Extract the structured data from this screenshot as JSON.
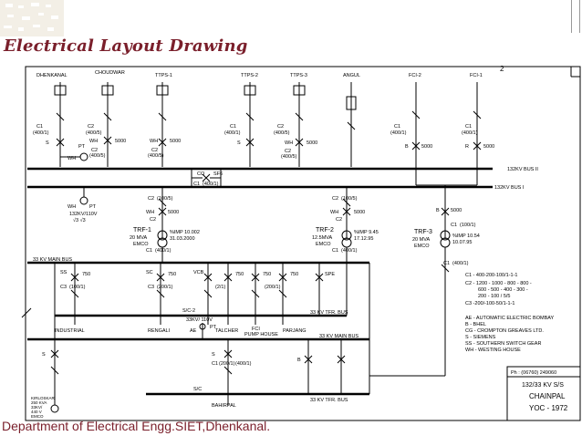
{
  "title": "Electrical Layout Drawing",
  "footer": "Department of Electrical Engg.SIET,Dhenkanal.",
  "drawing": {
    "sheet_no": "2",
    "feeders": [
      "DHENKANAL",
      "CHOUDWAR",
      "TTPS-1",
      "TTPS-2",
      "TTPS-3",
      "ANGUL",
      "FCI-2",
      "FCI-1"
    ],
    "feeder_labels": {
      "c1_dk": "C1",
      "c1_dk_r": "(400/1)",
      "s_dk": "S",
      "c2_ch": "C2",
      "c2_ch_r": "(400/5)",
      "wh_ch": "WH",
      "v5000_ch": "5000",
      "c2_ch2": "C2",
      "c2_ch2_r": "(400/5)",
      "pt": "PT",
      "wh_pt": "WH",
      "wh_t1": "WH",
      "v5000_t1": "5000",
      "c2_t1": "C2",
      "c2_t1_r": "(400/5)",
      "c1_t2": "C1",
      "c1_t2_r": "(400/1)",
      "s_t2": "S",
      "c2_t3": "C2",
      "c2_t3_r": "(400/5)",
      "wh_t3": "WH",
      "v5000_t3": "5000",
      "c2_t3b": "C2",
      "c2_t3b_r": "(400/5)",
      "c1_f2": "C1",
      "c1_f2_r": "(400/1)",
      "b_f2": "B",
      "v5000_f2": "5000",
      "c1_f1": "C1",
      "c1_f1_r": "(400/1)",
      "r_f1": "R",
      "v5000_f1": "5000"
    },
    "buses": {
      "bus_ii": "132KV BUS II",
      "bus_i": "132KV BUS I",
      "main33": "33 KV MAIN BUS",
      "trf33": "33 KV TFR. BUS",
      "main33b": "33 KV MAIN BUS",
      "trf33b": "33 KV TFR. BUS"
    },
    "coupler": {
      "label": "CO",
      "sf6": "SF6",
      "c1": "C1",
      "c1_r": "(400/1)"
    },
    "pt_block": {
      "wh": "WH",
      "pt": "PT",
      "ratio1": "132KV/110V",
      "ratio2": "√3   √3"
    },
    "transformers": [
      {
        "name": "TRF-1",
        "rating": "20 MVA",
        "make": "EMCO",
        "imp": "%IMP 10.002",
        "date": "31.03.2000",
        "c2": "C2",
        "c2_r": "(100/5)",
        "wh": "WH",
        "v5000": "5000",
        "c2b": "C2",
        "c1": "C1",
        "c1_r": "(400/1)"
      },
      {
        "name": "TRF-2",
        "rating": "12.5MVA",
        "make": "EMCO",
        "imp": "%IMP 9.45",
        "date": "17.12.95",
        "c2": "C2",
        "c2_r": "(100/5)",
        "wh": "WH",
        "v5000": "5000",
        "c2b": "C2",
        "c1": "C1",
        "c1_r": "(400/1)"
      },
      {
        "name": "TRF-3",
        "rating": "20 MVA",
        "make": "EMCO",
        "imp": "%IMP 10.54",
        "date": "10.07.95",
        "b": "B",
        "v5000": "5000",
        "c1": "C1",
        "c1_r": "(100/1)",
        "c1b": "C1",
        "c1b_r": "(400/1)"
      }
    ],
    "feeders33": [
      "INDUSTRIAL",
      "RENGALI",
      "TALCHER",
      "FCI",
      "PARJANG"
    ],
    "feeder33_sub": "PUMP HOUSE",
    "breaker_labels": {
      "ss": "SS",
      "v750": "750",
      "sc": "SC",
      "vcb": "VCB",
      "c3": "C3",
      "c3_r": "(100/1)",
      "c3_r2": "(200/1)",
      "c3_r3": "(2/1)",
      "c3_r4": "(200/1)",
      "sic2": "S/C-2",
      "sic": "S/C",
      "spe": "SPE"
    },
    "misc": {
      "kva": "33KV/ 110V",
      "pt2": "PT",
      "ae": "AE",
      "s": "S",
      "c1": "C1",
      "c1_r": "(200/1)",
      "c1b_r": "(400/1)",
      "b": "B",
      "bahirpal": "BAHIRPAL",
      "sc": "S/C",
      "kirloskar": [
        "KIRLOSKAR",
        "250 KVA",
        "33KV/",
        "440 V",
        "EMCO"
      ]
    },
    "ct_notes": [
      "C1 - 400-200-100/1-1-1",
      "C2 - 1200 - 1000 - 800 - 800 -",
      "600 - 500 - 400 - 300 -",
      "200 - 100 / 5/5",
      "C3 -200/-100-50/1-1-1"
    ],
    "makes": [
      "AE - AUTOMATIC ELECTRIC BOMBAY",
      "B - BHEL",
      "CG - CROMPTON GREAVES LTD.",
      "S - SIEMENS",
      "SS - SOUTHERN SWITCH GEAR",
      "WH - WESTING HOUSE"
    ],
    "phone": "Ph : (06760) 249060",
    "title_block": [
      "132/33 KV S/S",
      "CHAINPAL",
      "YOC - 1972"
    ]
  }
}
